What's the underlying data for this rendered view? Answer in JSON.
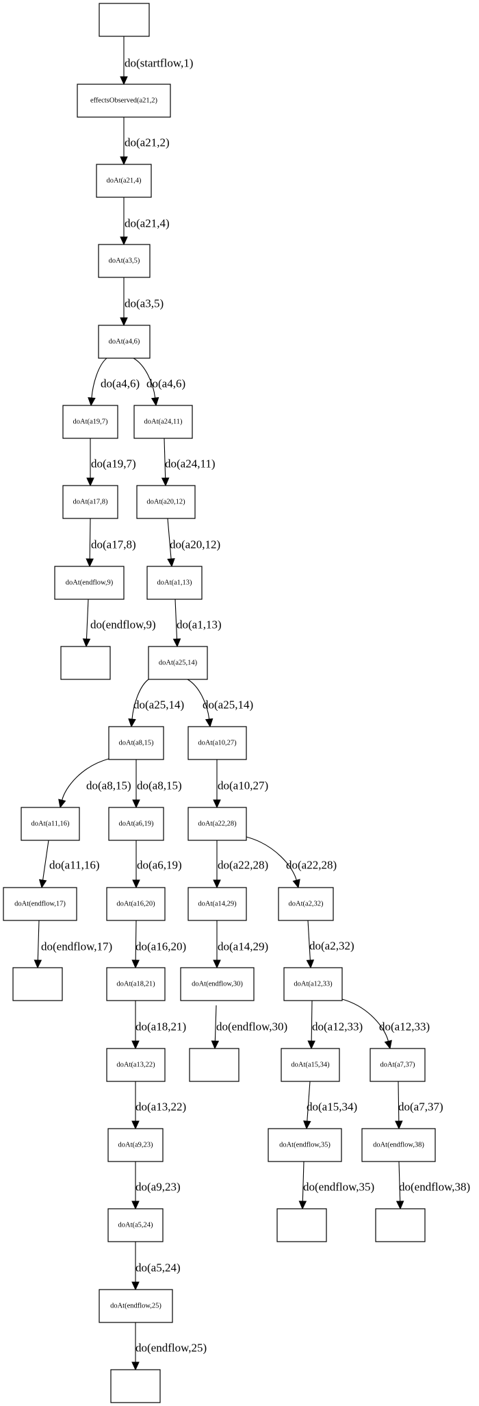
{
  "diagram": {
    "type": "directed-graph",
    "nodes": [
      {
        "id": "n0",
        "label": ""
      },
      {
        "id": "n1",
        "label": "effectsObserved(a21,2)"
      },
      {
        "id": "n2",
        "label": "doAt(a21,4)"
      },
      {
        "id": "n3",
        "label": "doAt(a3,5)"
      },
      {
        "id": "n4",
        "label": "doAt(a4,6)"
      },
      {
        "id": "n5",
        "label": "doAt(a19,7)"
      },
      {
        "id": "n6",
        "label": "doAt(a24,11)"
      },
      {
        "id": "n7",
        "label": "doAt(a17,8)"
      },
      {
        "id": "n8",
        "label": "doAt(a20,12)"
      },
      {
        "id": "n9",
        "label": "doAt(endflow,9)"
      },
      {
        "id": "n10",
        "label": "doAt(a1,13)"
      },
      {
        "id": "n11",
        "label": ""
      },
      {
        "id": "n12",
        "label": "doAt(a25,14)"
      },
      {
        "id": "n13",
        "label": "doAt(a8,15)"
      },
      {
        "id": "n14",
        "label": "doAt(a10,27)"
      },
      {
        "id": "n15",
        "label": "doAt(a11,16)"
      },
      {
        "id": "n16",
        "label": "doAt(a6,19)"
      },
      {
        "id": "n17",
        "label": "doAt(a22,28)"
      },
      {
        "id": "n18",
        "label": "doAt(endflow,17)"
      },
      {
        "id": "n19",
        "label": "doAt(a16,20)"
      },
      {
        "id": "n20",
        "label": "doAt(a14,29)"
      },
      {
        "id": "n21",
        "label": "doAt(a2,32)"
      },
      {
        "id": "n22",
        "label": ""
      },
      {
        "id": "n23",
        "label": "doAt(a18,21)"
      },
      {
        "id": "n24",
        "label": "doAt(endflow,30)"
      },
      {
        "id": "n25",
        "label": "doAt(a12,33)"
      },
      {
        "id": "n26",
        "label": "doAt(a13,22)"
      },
      {
        "id": "n27",
        "label": ""
      },
      {
        "id": "n28",
        "label": "doAt(a15,34)"
      },
      {
        "id": "n29",
        "label": "doAt(a7,37)"
      },
      {
        "id": "n30",
        "label": "doAt(a9,23)"
      },
      {
        "id": "n31",
        "label": "doAt(endflow,35)"
      },
      {
        "id": "n32",
        "label": "doAt(endflow,38)"
      },
      {
        "id": "n33",
        "label": "doAt(a5,24)"
      },
      {
        "id": "n34",
        "label": ""
      },
      {
        "id": "n35",
        "label": ""
      },
      {
        "id": "n36",
        "label": "doAt(endflow,25)"
      },
      {
        "id": "n37",
        "label": ""
      }
    ],
    "edges": [
      {
        "from": "n0",
        "to": "n1",
        "label": "do(startflow,1)"
      },
      {
        "from": "n1",
        "to": "n2",
        "label": "do(a21,2)"
      },
      {
        "from": "n2",
        "to": "n3",
        "label": "do(a21,4)"
      },
      {
        "from": "n3",
        "to": "n4",
        "label": "do(a3,5)"
      },
      {
        "from": "n4",
        "to": "n5",
        "label": "do(a4,6)"
      },
      {
        "from": "n4",
        "to": "n6",
        "label": "do(a4,6)"
      },
      {
        "from": "n5",
        "to": "n7",
        "label": "do(a19,7)"
      },
      {
        "from": "n6",
        "to": "n8",
        "label": "do(a24,11)"
      },
      {
        "from": "n7",
        "to": "n9",
        "label": "do(a17,8)"
      },
      {
        "from": "n8",
        "to": "n10",
        "label": "do(a20,12)"
      },
      {
        "from": "n9",
        "to": "n11",
        "label": "do(endflow,9)"
      },
      {
        "from": "n10",
        "to": "n12",
        "label": "do(a1,13)"
      },
      {
        "from": "n12",
        "to": "n13",
        "label": "do(a25,14)"
      },
      {
        "from": "n12",
        "to": "n14",
        "label": "do(a25,14)"
      },
      {
        "from": "n13",
        "to": "n15",
        "label": "do(a8,15)"
      },
      {
        "from": "n13",
        "to": "n16",
        "label": "do(a8,15)"
      },
      {
        "from": "n14",
        "to": "n17",
        "label": "do(a10,27)"
      },
      {
        "from": "n15",
        "to": "n18",
        "label": "do(a11,16)"
      },
      {
        "from": "n16",
        "to": "n19",
        "label": "do(a6,19)"
      },
      {
        "from": "n17",
        "to": "n20",
        "label": "do(a22,28)"
      },
      {
        "from": "n17",
        "to": "n21",
        "label": "do(a22,28)"
      },
      {
        "from": "n18",
        "to": "n22",
        "label": "do(endflow,17)"
      },
      {
        "from": "n19",
        "to": "n23",
        "label": "do(a16,20)"
      },
      {
        "from": "n20",
        "to": "n24",
        "label": "do(a14,29)"
      },
      {
        "from": "n21",
        "to": "n25",
        "label": "do(a2,32)"
      },
      {
        "from": "n23",
        "to": "n26",
        "label": "do(a18,21)"
      },
      {
        "from": "n24",
        "to": "n27",
        "label": "do(endflow,30)"
      },
      {
        "from": "n25",
        "to": "n28",
        "label": "do(a12,33)"
      },
      {
        "from": "n25",
        "to": "n29",
        "label": "do(a12,33)"
      },
      {
        "from": "n26",
        "to": "n30",
        "label": "do(a13,22)"
      },
      {
        "from": "n28",
        "to": "n31",
        "label": "do(a15,34)"
      },
      {
        "from": "n29",
        "to": "n32",
        "label": "do(a7,37)"
      },
      {
        "from": "n30",
        "to": "n33",
        "label": "do(a9,23)"
      },
      {
        "from": "n31",
        "to": "n34",
        "label": "do(endflow,35)"
      },
      {
        "from": "n32",
        "to": "n35",
        "label": "do(endflow,38)"
      },
      {
        "from": "n33",
        "to": "n36",
        "label": "do(a5,24)"
      },
      {
        "from": "n36",
        "to": "n37",
        "label": "do(endflow,25)"
      }
    ]
  }
}
